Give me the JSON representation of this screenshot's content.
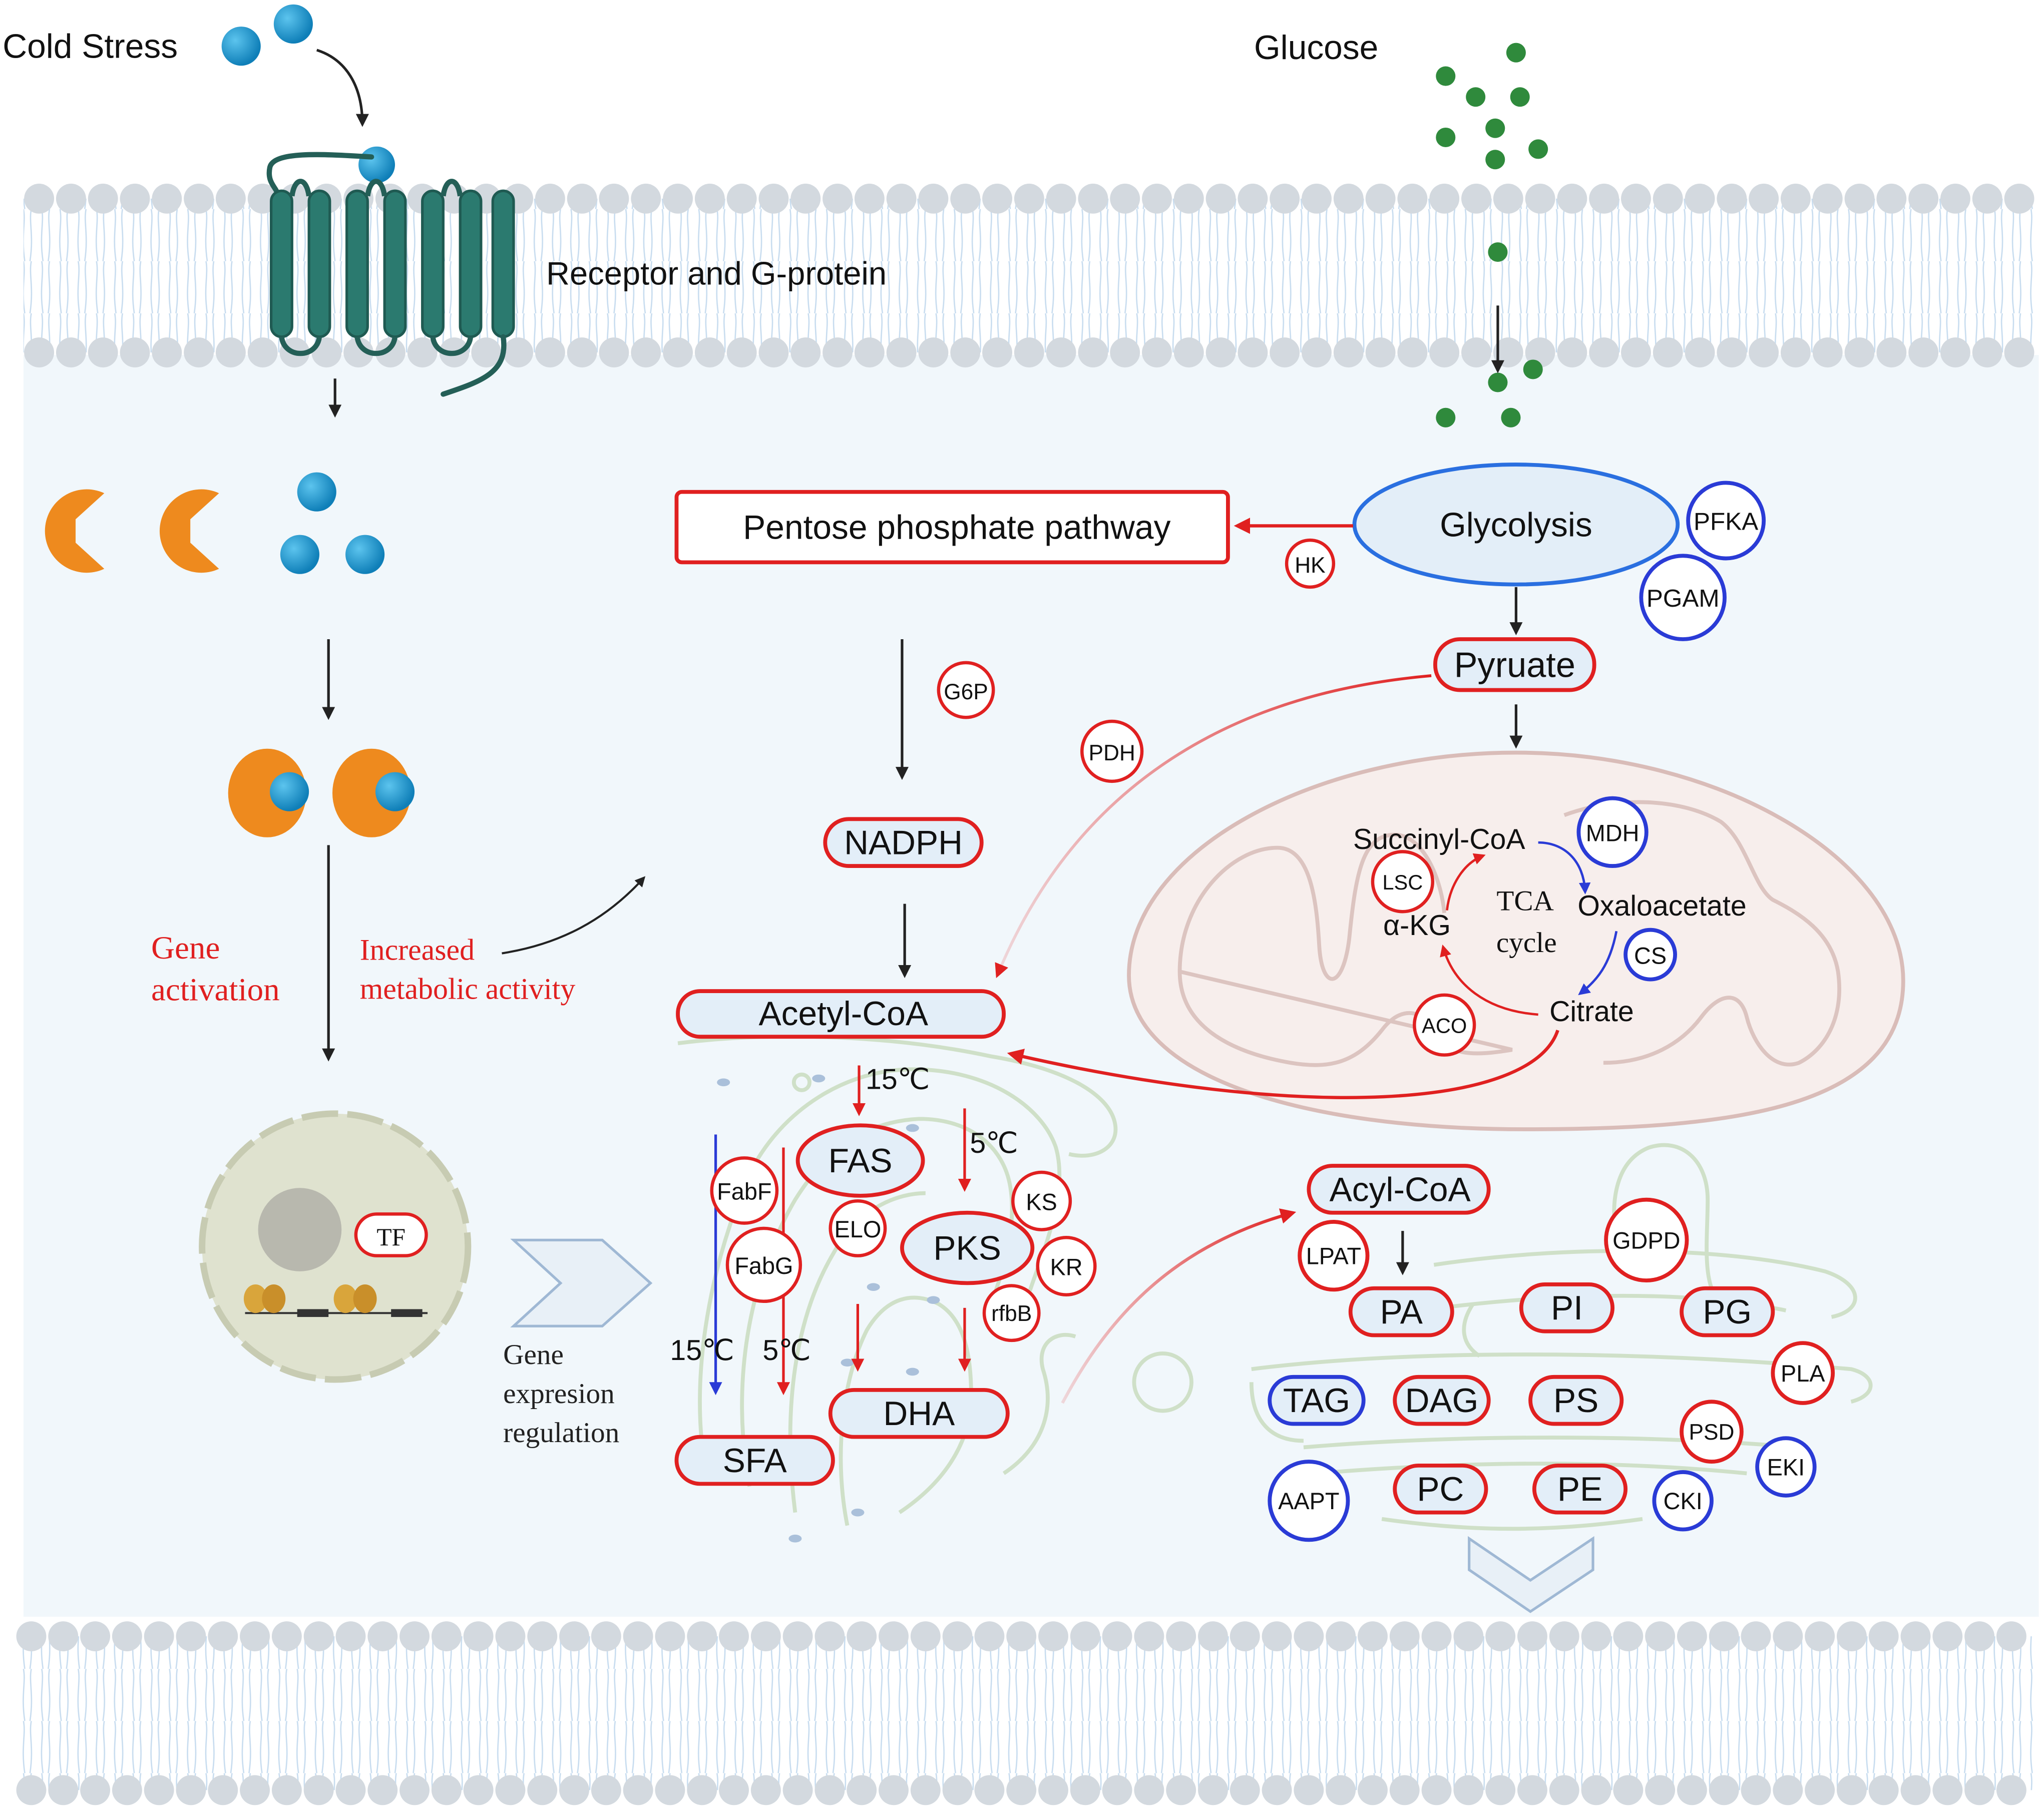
{
  "header": {
    "cold_stress": "Cold Stress",
    "glucose": "Glucose",
    "receptor": "Receptor and G-protein"
  },
  "left": {
    "gene_activation_1": "Gene",
    "gene_activation_2": "activation",
    "increased_1": "Increased",
    "increased_2": "metabolic activity",
    "tf": "TF",
    "gene_expr_1": "Gene",
    "gene_expr_2": "expresion",
    "gene_expr_3": "regulation"
  },
  "pathway": {
    "ppp": "Pentose phosphate pathway",
    "glycolysis": "Glycolysis",
    "pfka": "PFKA",
    "pgam": "PGAM",
    "hk": "HK",
    "pyruate": "Pyruate",
    "g6p": "G6P",
    "pdh": "PDH",
    "nadph": "NADPH",
    "acetyl_coa": "Acetyl-CoA"
  },
  "tca": {
    "succinyl": "Succinyl-CoA",
    "mdh": "MDH",
    "lsc": "LSC",
    "akg": "α-KG",
    "tca_1": "TCA",
    "tca_2": "cycle",
    "oxaloacetate": "Oxaloacetate",
    "cs": "CS",
    "aco": "ACO",
    "citrate": "Citrate"
  },
  "fatty": {
    "t15_top": "15℃",
    "t5_top": "5℃",
    "fas": "FAS",
    "fabf": "FabF",
    "fabg": "FabG",
    "elo": "ELO",
    "pks": "PKS",
    "ks": "KS",
    "kr": "KR",
    "rfbb": "rfbB",
    "t15_bottom": "15℃",
    "t5_bottom": "5℃",
    "dha": "DHA",
    "sfa": "SFA"
  },
  "lipid": {
    "acyl_coa": "Acyl-CoA",
    "lpat": "LPAT",
    "gdpd": "GDPD",
    "pa": "PA",
    "pi": "PI",
    "pg": "PG",
    "pla": "PLA",
    "tag": "TAG",
    "dag": "DAG",
    "ps": "PS",
    "psd": "PSD",
    "eki": "EKI",
    "aapt": "AAPT",
    "pc": "PC",
    "pe": "PE",
    "cki": "CKI"
  },
  "colors": {
    "red": "#e02020",
    "blue": "#2a3bd6",
    "orange": "#ee8a1e",
    "cyan": "#1d97cf",
    "green": "#2f8a3c",
    "receptor": "#2b7a6f",
    "membrane": "#d3d9df"
  }
}
